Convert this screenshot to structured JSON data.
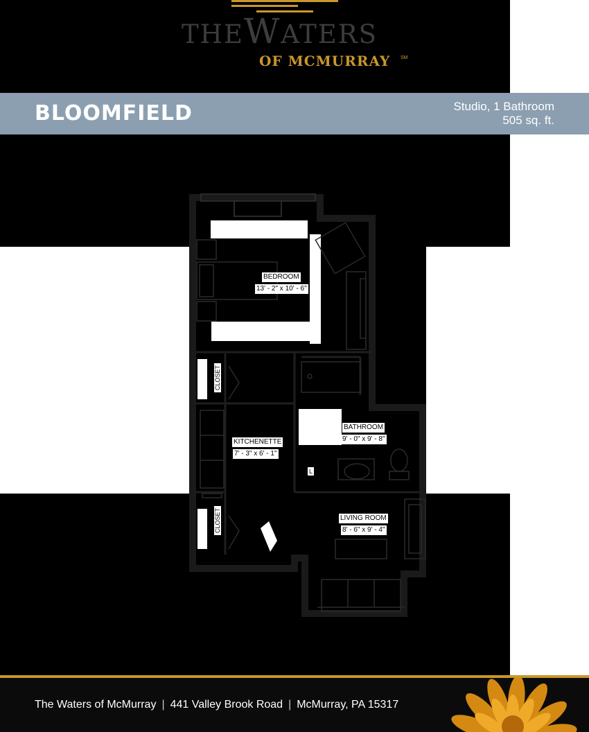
{
  "brand": {
    "line1": "THEWATERS",
    "line2": "OF MCMURRAY",
    "mark": "SM",
    "gold": "#c9972b"
  },
  "unit": {
    "name": "BLOOMFIELD",
    "type": "Studio, 1 Bathroom",
    "area": "505 sq. ft."
  },
  "rooms": {
    "bedroom": {
      "name": "BEDROOM",
      "dims": "13' - 2\" x 10' - 6\""
    },
    "bathroom": {
      "name": "BATHROOM",
      "dims": "9' - 0\" x 9' - 8\""
    },
    "kitchenette": {
      "name": "KITCHENETTE",
      "dims": "7' - 3\" x 6' - 1\""
    },
    "living": {
      "name": "LIVING ROOM",
      "dims": "8' - 6\" x 9' - 4\""
    },
    "closet1": "CLOSET",
    "closet2": "CLOSET",
    "linen": "L"
  },
  "footer": {
    "name": "The Waters of McMurray",
    "address": "441 Valley Brook Road",
    "city": "McMurray, PA 15317",
    "separator": "|"
  },
  "colors": {
    "title_bar": "#8b9fb0",
    "accent": "#c9972b"
  }
}
